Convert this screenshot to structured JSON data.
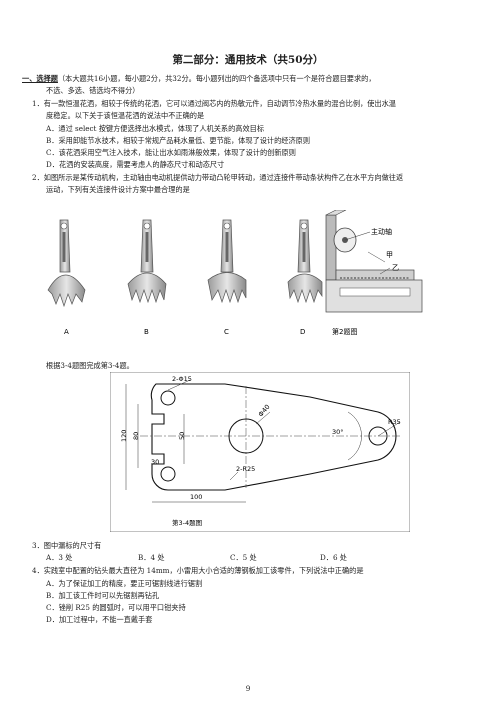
{
  "title": "第二部分：通用技术（共50分）",
  "section": {
    "label": "一、选择题",
    "desc_line1": "（本大题共16小题，每小题2分，共32分。每小题列出的四个备选项中只有一个是符合题目要求的，",
    "desc_line2": "不选、多选、错选均不得分）"
  },
  "q1": {
    "stem_line1": "1．有一款恒温花洒，相较于传统的花洒，它可以通过阀芯内的热敏元件，自动调节冷热水量的混合比例，使出水温",
    "stem_line2": "度稳定。以下关于该恒温花洒的说法中不正确的是",
    "options": [
      "A．通过 select 按键方便选择出水模式，体现了人机关系的高效目标",
      "B．采用卸能节水技术，相较于常规产品耗水量低、更节能，体现了设计的经济原则",
      "C．该花洒采用空气注入技术，能让出水如雨淋般效果，体现了设计的创新原则",
      "D．花洒的安装高度，需要考虑人的静态尺寸和动态尺寸"
    ]
  },
  "q2": {
    "stem_line1": "2．如图所示是某传动机构，主动轴由电动机提供动力带动凸轮甲转动，通过连接件带动条状构件乙在水平方向做往返",
    "stem_line2": "运动，下列有关连接件设计方案中最合理的是",
    "labels": [
      "A",
      "B",
      "C",
      "D"
    ],
    "fig_caption": "第2题图",
    "mech_labels": {
      "shaft": "主动轴",
      "cam": "甲",
      "rack": "乙"
    }
  },
  "intro34": "根据3-4题图完成第3-4题。",
  "drawing": {
    "caption": "第3-4题图",
    "dims": {
      "holes": "2-Φ15",
      "center_hole": "Φ40",
      "d120": "120",
      "d80": "80",
      "d50": "50",
      "d30": "30",
      "radius_pair": "2-R25",
      "d100": "100",
      "angle": "30°",
      "r35": "R35"
    }
  },
  "q3": {
    "stem": "3．图中漏标的尺寸有",
    "options": [
      "A．3 处",
      "B．4 处",
      "C．5 处",
      "D．6 处"
    ]
  },
  "q4": {
    "stem": "4．实践室中配置的钻头最大直径为 14mm，小雷用大小合适的薄钢板加工该零件，下列说法中正确的是",
    "options": [
      "A．为了保证加工的精度，要正可锯割线进行锯割",
      "B．加工该工件时可以先锯割再钻孔",
      "C．锉削 R25 的圆弧时，可以用平口钳夹持",
      "D．加工过程中，不能一直戴手套"
    ]
  },
  "page_number": "9"
}
